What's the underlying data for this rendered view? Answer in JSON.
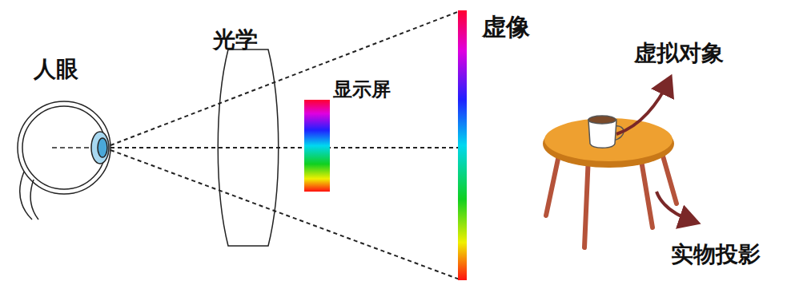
{
  "diagram": {
    "labels": [
      "人眼",
      "光学",
      "显示屏",
      "虚像",
      "虚拟对象",
      "实物投影"
    ]
  }
}
